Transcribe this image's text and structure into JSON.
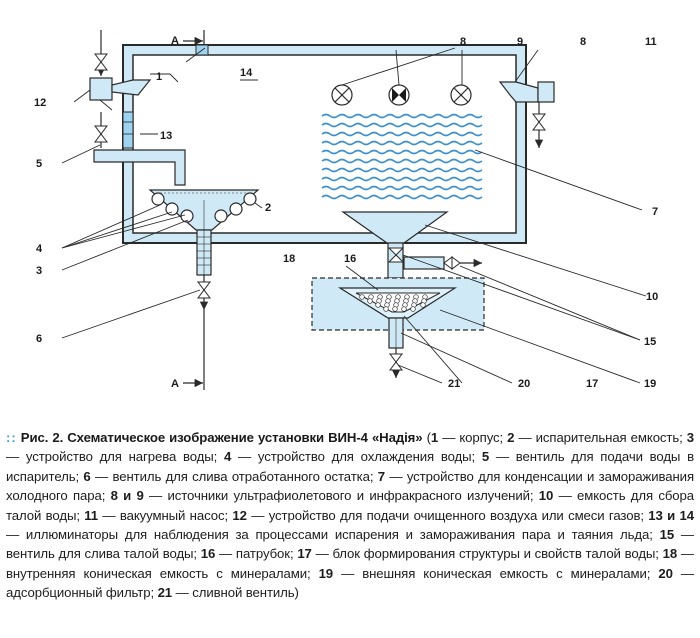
{
  "figure": {
    "section_label_top": "А",
    "section_label_bottom": "А",
    "labels": {
      "n1": "1",
      "n2": "2",
      "n3": "3",
      "n4": "4",
      "n5": "5",
      "n6": "6",
      "n7": "7",
      "n8a": "8",
      "n8b": "8",
      "n9": "9",
      "n10": "10",
      "n11": "11",
      "n12": "12",
      "n13": "13",
      "n14": "14",
      "n15": "15",
      "n16": "16",
      "n17": "17",
      "n18": "18",
      "n19": "19",
      "n20": "20",
      "n21": "21"
    },
    "colors": {
      "water": "#cfe9f6",
      "water_light": "#dff1fa",
      "lines": "#2a2a2a",
      "waves": "#3a8fd1",
      "accent": "#3aa3c8"
    }
  },
  "caption": {
    "title": "Рис. 2. Схематическое изображение установки ВИН-4 «Надія»",
    "items": [
      {
        "num": "1",
        "text": "корпус"
      },
      {
        "num": "2",
        "text": "испарительная емкость"
      },
      {
        "num": "3",
        "text": "устройство для нагрева воды"
      },
      {
        "num": "4",
        "text": "устройство для охлаждения воды"
      },
      {
        "num": "5",
        "text": "вентиль для подачи воды в испаритель"
      },
      {
        "num": "6",
        "text": "вентиль для слива отработанного остатка"
      },
      {
        "num": "7",
        "text": "устройство для конденсации и замораживания холодного пара"
      },
      {
        "num": "8 и 9",
        "text": "источники ультрафиолетового и инфракрасного излучений"
      },
      {
        "num": "10",
        "text": "емкость для сбора талой воды"
      },
      {
        "num": "11",
        "text": "вакуумный насос"
      },
      {
        "num": "12",
        "text": "устройство для подачи очищенного воздуха или смеси газов"
      },
      {
        "num": "13 и 14",
        "text": "иллюминаторы для наблюдения за процессами испарения и замораживания пара и таяния льда"
      },
      {
        "num": "15",
        "text": "вентиль для слива талой воды"
      },
      {
        "num": "16",
        "text": "патрубок"
      },
      {
        "num": "17",
        "text": "блок формирования структуры и свойств талой воды"
      },
      {
        "num": "18",
        "text": "внутренняя коническая емкость с минералами"
      },
      {
        "num": "19",
        "text": "внешняя коническая емкость с минералами"
      },
      {
        "num": "20",
        "text": "адсорбционный фильтр"
      },
      {
        "num": "21",
        "text": "сливной вентиль"
      }
    ]
  }
}
